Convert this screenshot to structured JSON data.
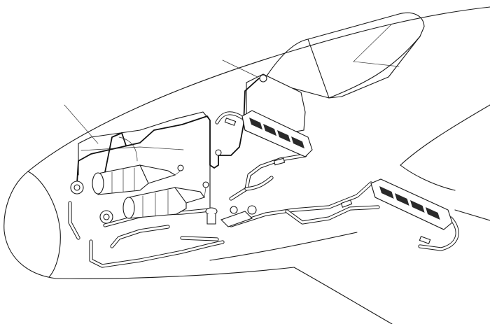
{
  "figure": {
    "description_visible_text": "",
    "ink_color": "#1a1a1a",
    "background_color": "#ffffff"
  },
  "components": {
    "fuselage": "fuselage-outline",
    "canopy": "canopy",
    "wing": "wing",
    "tank_1": "cylindrical-tank",
    "tank_2": "cylindrical-tank",
    "radiator_upper": "radiator",
    "radiator_lower": "radiator",
    "panel": "access-panel"
  }
}
